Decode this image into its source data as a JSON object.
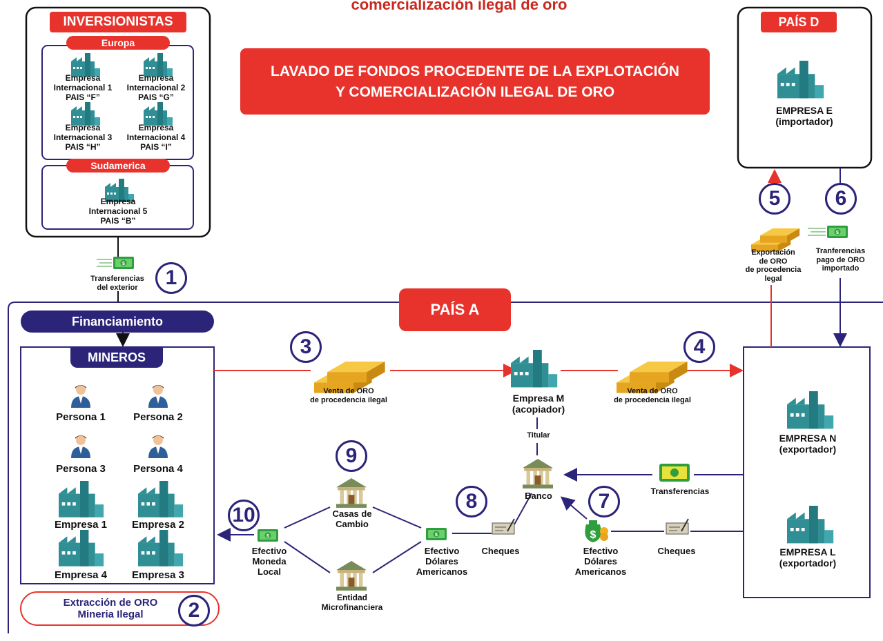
{
  "header": {
    "top_title": "comercialización ilegal de oro",
    "banner": "LAVADO DE FONDOS PROCEDENTE DE LA EXPLOTACIÓN\nY COMERCIALIZACIÓN ILEGAL DE ORO"
  },
  "investors": {
    "title": "INVERSIONISTAS",
    "europe": {
      "title": "Europa",
      "companies": [
        "Empresa\nInternacional 1\nPAIS “F”",
        "Empresa\nInternacional 2\nPAIS “G”",
        "Empresa\nInternacional 3\nPAIS “H”",
        "Empresa\nInternacional 4\nPAIS “I”"
      ]
    },
    "south_america": {
      "title": "Sudamerica",
      "company": "Empresa\nInternacional 5\nPAIS “B”"
    }
  },
  "country_d": {
    "title": "PAÍS D",
    "company": "EMPRESA E\n(importador)"
  },
  "country_a": {
    "title": "PAÍS A"
  },
  "financing": "Financiamiento",
  "miners": {
    "title": "MINEROS",
    "persons": [
      "Persona 1",
      "Persona 2",
      "Persona 3",
      "Persona 4"
    ],
    "companies": [
      "Empresa 1",
      "Empresa 2",
      "Empresa 4",
      "Empresa 3"
    ]
  },
  "extraction": "Extracción de ORO\nMineria Ilegal",
  "steps": {
    "s1": {
      "num": "1",
      "label": "Transferencias\ndel exterior"
    },
    "s2": {
      "num": "2"
    },
    "s3": {
      "num": "3",
      "label": "Venta de ORO\nde procedencia ilegal"
    },
    "s4": {
      "num": "4",
      "label": "Venta de ORO\nde procedencia ilegal"
    },
    "s5": {
      "num": "5",
      "label": "Exportación\nde ORO\nde procedencia\nlegal"
    },
    "s6": {
      "num": "6",
      "label": "Tranferencias\npago de ORO\nimportado"
    },
    "s7": {
      "num": "7"
    },
    "s8": {
      "num": "8"
    },
    "s9": {
      "num": "9"
    },
    "s10": {
      "num": "10"
    }
  },
  "nodes": {
    "empresa_m": "Empresa M\n(acopiador)",
    "titular": "Titular",
    "banco": "Banco",
    "empresa_n": "EMPRESA N\n(exportador)",
    "empresa_l": "EMPRESA L\n(exportador)",
    "transferencias": "Transferencias",
    "cheques_right": "Cheques",
    "cheques_left": "Cheques",
    "efectivo_usd_right": "Efectivo\nDólares\nAmericanos",
    "efectivo_usd_left": "Efectivo\nDólares\nAmericanos",
    "casas_cambio": "Casas de\nCambio",
    "entidad_micro": "Entidad\nMicrofinanciera",
    "efectivo_local": "Efectivo\nMoneda\nLocal"
  },
  "colors": {
    "red": "#e8322c",
    "navy": "#2b2478",
    "teal": "#2f8f94",
    "gold": "#e6a520",
    "green": "#2e9e3e"
  }
}
